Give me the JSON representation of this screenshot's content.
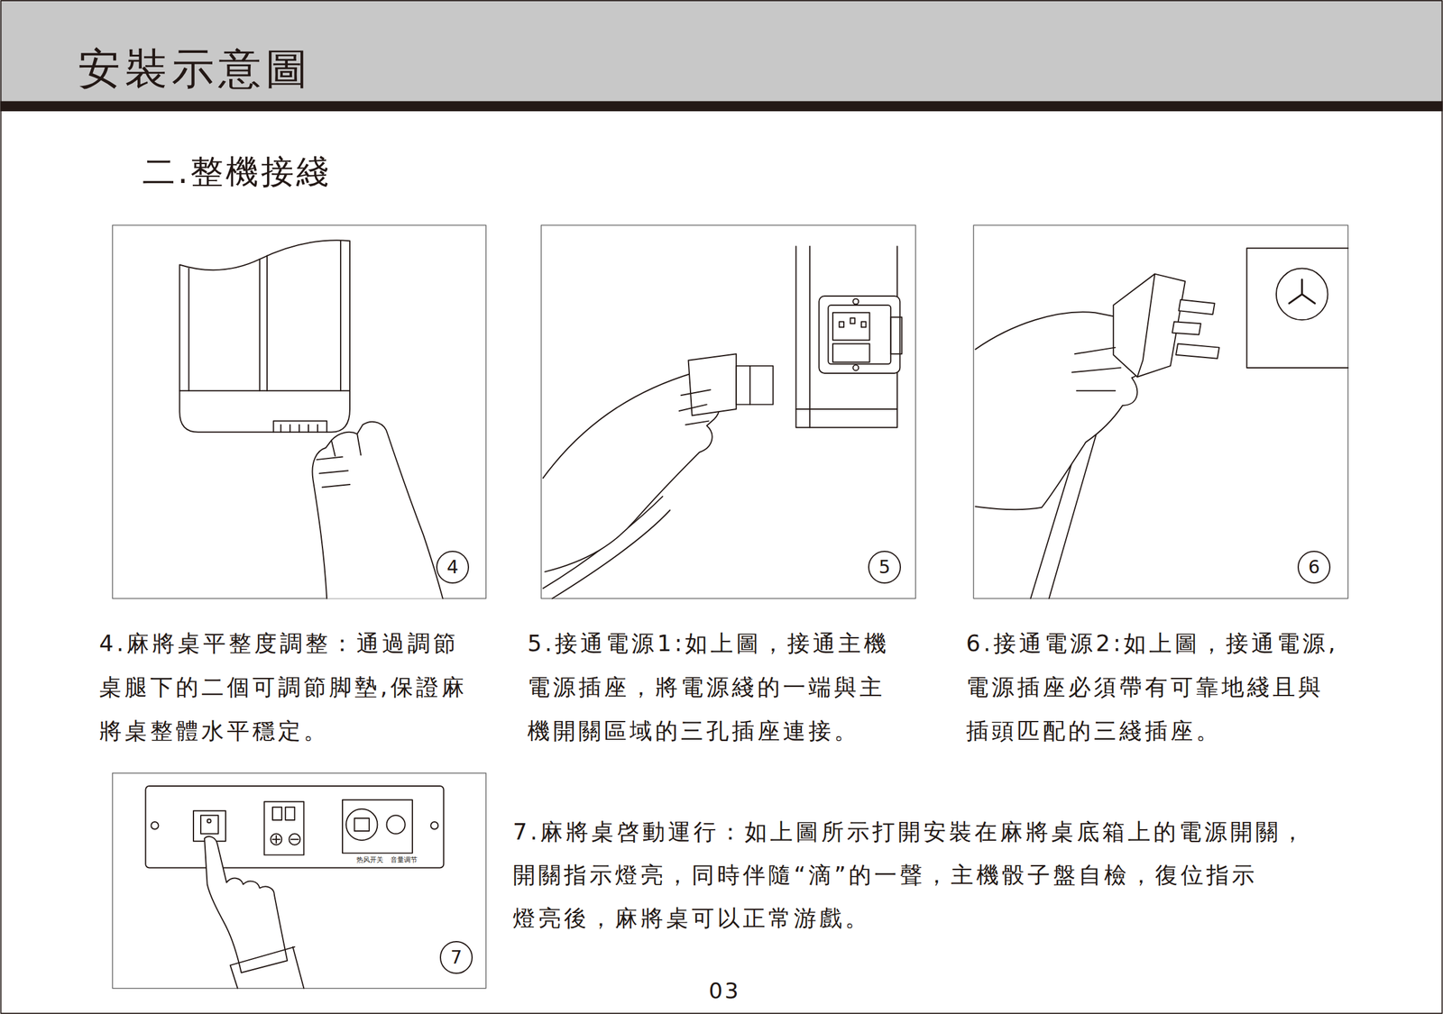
{
  "diagram": {
    "title": "安裝示意圖",
    "nodes": [
      {
        "text": [
          "4"
        ]
      },
      {
        "text": [
          "5"
        ]
      },
      {
        "text": [
          "6"
        ]
      },
      {
        "text": [
          "7"
        ]
      }
    ],
    "labels": [
      "二.整機接綫",
      "4.麻將桌平整度調整：通過調節 桌腿下的二個可調節脚墊,保證麻 將桌整體水平穩定。",
      "5.接通電源1:如上圖，接通主機 電源插座，將電源綫的一端與主 機開關區域的三孔插座連接。",
      "6.接通電源2:如上圖，接通電源, 電源插座必須帶有可靠地綫且與 插頭匹配的三綫插座。",
      "7.麻將桌啓動運行：如上圖所示打開安裝在麻將桌底箱上的電源開關， 開關指示燈亮，同時伴隨“滴”的一聲，主機骰子盤自檢，復位指示 燈亮後，麻將桌可以正常游戲。",
      "热风开关",
      "音量调节",
      "03"
    ]
  }
}
